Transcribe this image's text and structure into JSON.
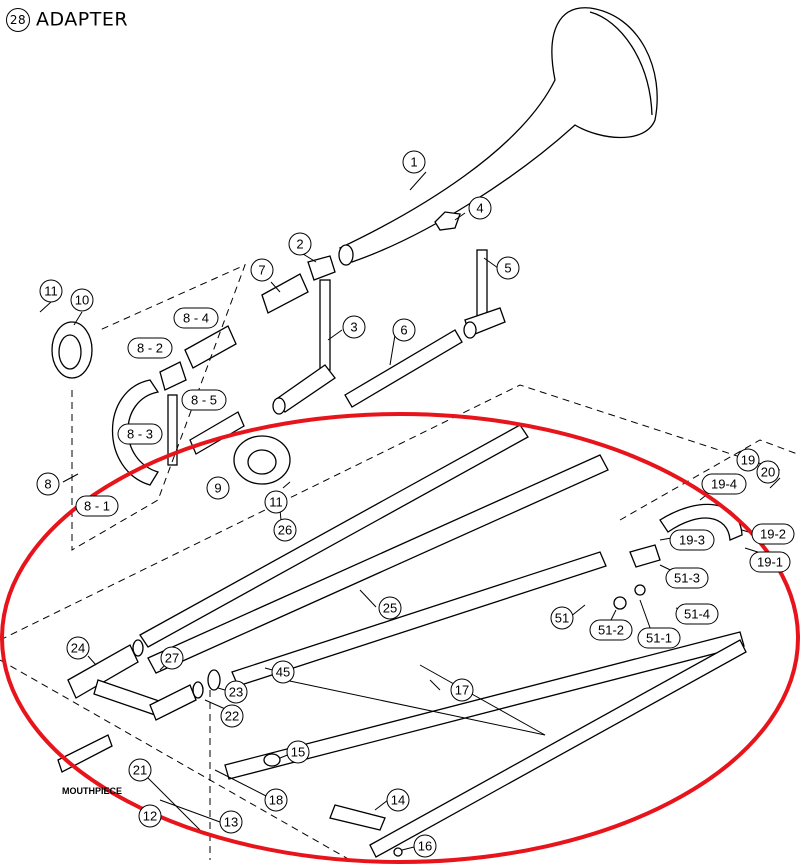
{
  "title": {
    "circle_num": "28",
    "text": "ADAPTER"
  },
  "labels": {
    "p1": "1",
    "p2": "2",
    "p3": "3",
    "p4": "4",
    "p5": "5",
    "p6": "6",
    "p7": "7",
    "p8": "8",
    "p8_1": "8 - 1",
    "p8_2": "8 - 2",
    "p8_3": "8 - 3",
    "p8_4": "8 - 4",
    "p8_5": "8 - 5",
    "p9": "9",
    "p10": "10",
    "p11a": "11",
    "p11b": "11",
    "p12": "12",
    "p13": "13",
    "p14": "14",
    "p15": "15",
    "p16": "16",
    "p17": "17",
    "p18": "18",
    "p19": "19",
    "p19_1": "19-1",
    "p19_2": "19-2",
    "p19_3": "19-3",
    "p19_4": "19-4",
    "p20": "20",
    "p21": "21",
    "p22": "22",
    "p23": "23",
    "p24": "24",
    "p25": "25",
    "p26": "26",
    "p27": "27",
    "p45": "45",
    "p51": "51",
    "p51_1": "51-1",
    "p51_2": "51-2",
    "p51_3": "51-3",
    "p51_4": "51-4",
    "mouthpiece": "MOUTHPIECE"
  },
  "colors": {
    "line": "#000000",
    "highlight": "#e8141b",
    "part_fill": "#ffffff"
  }
}
